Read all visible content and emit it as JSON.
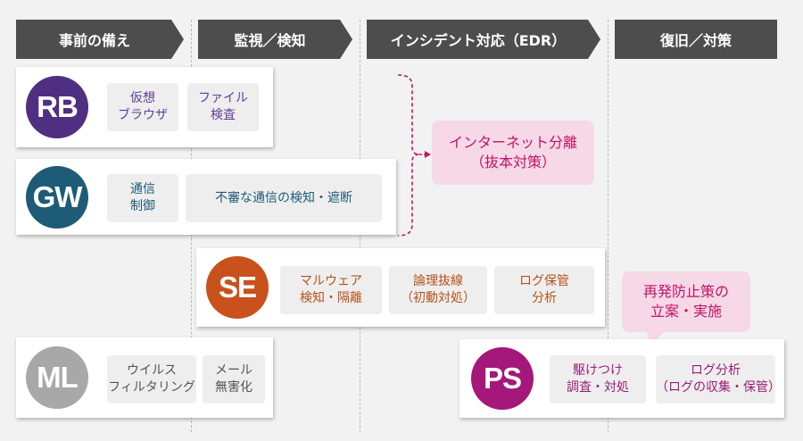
{
  "phases": [
    {
      "label": "事前の備え"
    },
    {
      "label": "監視／検知"
    },
    {
      "label": "インシデント対応（EDR）"
    },
    {
      "label": "復旧／対策"
    }
  ],
  "cards": {
    "rb": {
      "abbr": "RB",
      "tags": [
        "仮想\nブラウザ",
        "ファイル\n検査"
      ],
      "color": "#4f2f82"
    },
    "gw": {
      "abbr": "GW",
      "tags": [
        "通信\n制御",
        "不審な通信の検知・遮断"
      ],
      "color": "#1e5b76"
    },
    "se": {
      "abbr": "SE",
      "tags": [
        "マルウェア\n検知・隔離",
        "論理抜線\n（初動対処）",
        "ログ保管\n分析"
      ],
      "color": "#c8511c"
    },
    "ml": {
      "abbr": "ML",
      "tags": [
        "ウイルス\nフィルタリング",
        "メール\n無害化"
      ],
      "color": "#a8a8a8"
    },
    "ps": {
      "abbr": "PS",
      "tags": [
        "駆けつけ\n調査・対処",
        "ログ分析\n（ログの収集・保管）"
      ],
      "color": "#a5177a"
    }
  },
  "callouts": {
    "internet": "インターネット分離\n（抜本対策）",
    "prevention": "再発防止策の\n立案・実施"
  }
}
